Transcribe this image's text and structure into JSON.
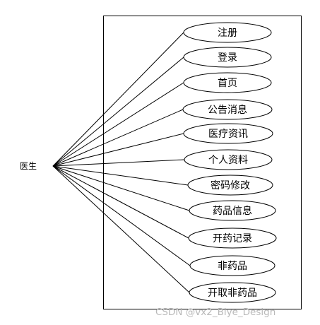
{
  "actor": {
    "label": "医生"
  },
  "use_cases": [
    {
      "label": "注册"
    },
    {
      "label": "登录"
    },
    {
      "label": "首页"
    },
    {
      "label": "公告消息"
    },
    {
      "label": "医疗资讯"
    },
    {
      "label": "个人资料"
    },
    {
      "label": "密码修改"
    },
    {
      "label": "药品信息"
    },
    {
      "label": "开药记录"
    },
    {
      "label": "非药品"
    },
    {
      "label": "开取非药品"
    }
  ],
  "watermark": "CSDN @vx2_Biye_Design",
  "colors": {
    "stroke": "#000000",
    "background": "#ffffff",
    "watermark": "#b9b9b9"
  }
}
